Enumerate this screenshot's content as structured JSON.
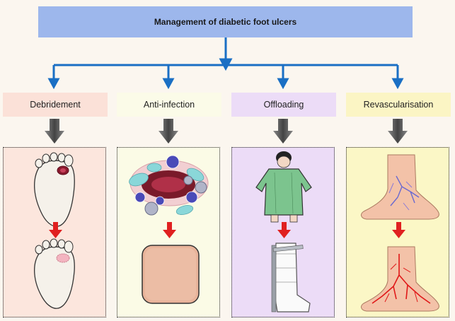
{
  "title": "Management of diabetic foot ulcers",
  "categories": [
    {
      "label": "Debridement",
      "color": "#fbe1d8",
      "panel_color": "#fce6dd",
      "icons": [
        "foot-with-ulcer-icon",
        "healing-foot-icon"
      ]
    },
    {
      "label": "Anti-infection",
      "color": "#fbfbe8",
      "panel_color": "#fbfbe6",
      "icons": [
        "bacteria-infected-wound-icon",
        "wound-dressing-icon"
      ]
    },
    {
      "label": "Offloading",
      "color": "#ecdcf7",
      "panel_color": "#ecdcf7",
      "icons": [
        "patient-in-gown-icon",
        "offloading-boot-icon"
      ]
    },
    {
      "label": "Revascularisation",
      "color": "#fbf5c4",
      "panel_color": "#fbf7c6",
      "icons": [
        "ischemic-foot-icon",
        "revascularised-foot-icon"
      ]
    }
  ],
  "colors": {
    "connector": "#1a6fc4",
    "down_arrow": "#e02020",
    "gray_arrow": "#555555"
  }
}
